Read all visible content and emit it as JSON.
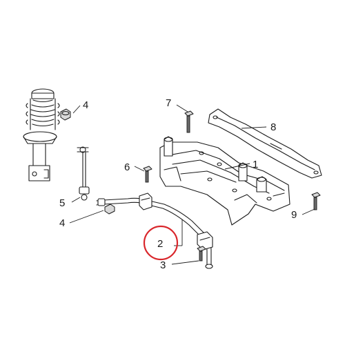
{
  "callouts": {
    "part_1": "1",
    "part_2": "2",
    "part_3": "3",
    "part_4_top": "4",
    "part_4_bottom": "4",
    "part_5": "5",
    "part_6": "6",
    "part_7": "7",
    "part_8": "8",
    "part_9": "9"
  },
  "highlighted_part": "2",
  "highlight_color": "#d9262b",
  "line_color": "#1a1a1a"
}
